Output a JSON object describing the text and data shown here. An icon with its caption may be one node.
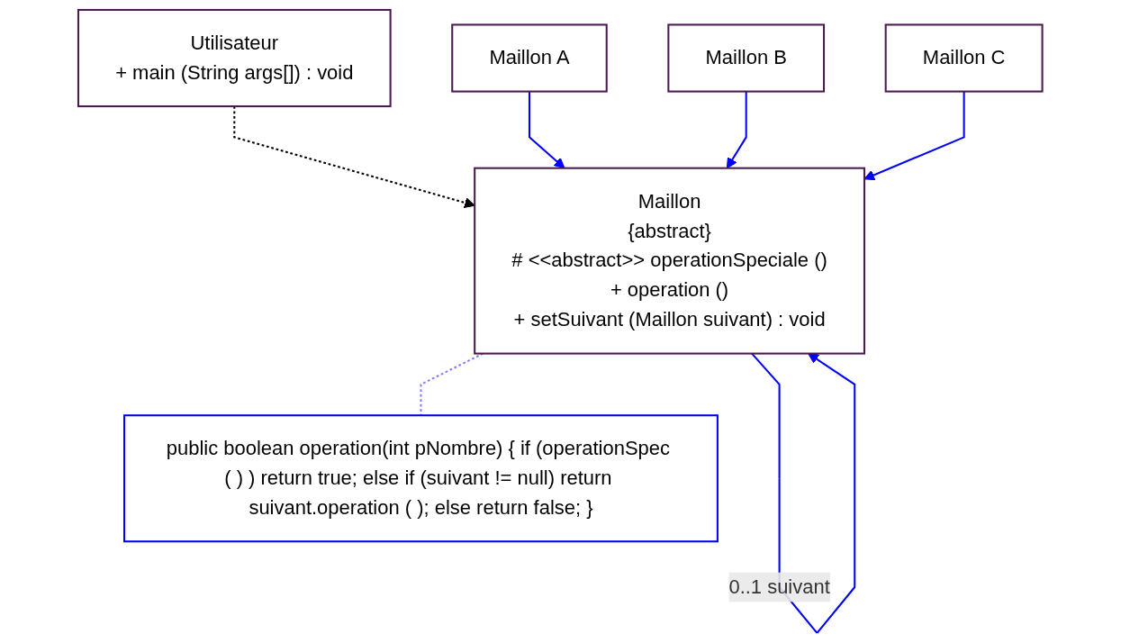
{
  "diagram": {
    "nodes": [
      {
        "text": [
          "Utilisateur",
          "+ main (String args[]) : void"
        ]
      },
      {
        "text": [
          "Maillon",
          "{abstract}",
          "# <<abstract>> operationSpeciale ()",
          "+ operation ()",
          "+ setSuivant (Maillon suivant) : void"
        ]
      },
      {
        "text": [
          "Maillon A"
        ]
      },
      {
        "text": [
          "Maillon B"
        ]
      },
      {
        "text": [
          "Maillon C"
        ]
      },
      {
        "text": [
          "public boolean operation(int pNombre) { if (operationSpec ( ) ) return true; else if (suivant != null) return suivant.operation ( ); else return false; }"
        ]
      }
    ],
    "edges": [
      {
        "from": 0,
        "to": 1,
        "arrow": "to",
        "style": "dashed",
        "color": "#000000"
      },
      {
        "from": 1,
        "to": 1,
        "arrow": "to",
        "label": "0..1 suivant"
      },
      {
        "from": 2,
        "to": 1,
        "arrow": "to"
      },
      {
        "from": 3,
        "to": 1,
        "arrow": "to"
      },
      {
        "from": 4,
        "to": 1,
        "arrow": "to"
      },
      {
        "from": 1,
        "to": 5,
        "arrow": "none",
        "style": "dashed",
        "color": "#8080ff"
      }
    ]
  }
}
